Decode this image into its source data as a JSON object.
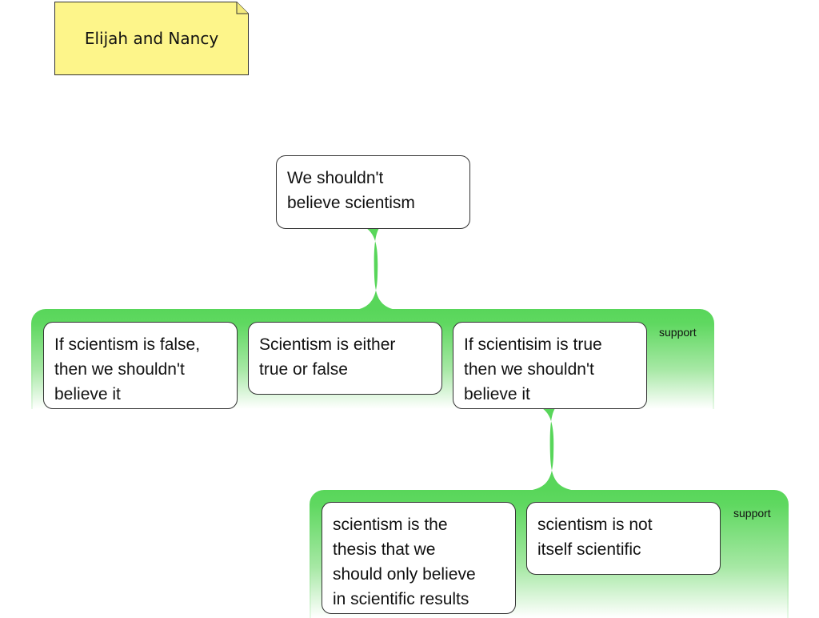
{
  "note": {
    "title": "Elijah and Nancy",
    "color": "#fdf58a"
  },
  "colors": {
    "support_green": "#58d65a"
  },
  "root": {
    "text": "We shouldn't\nbelieve scientism"
  },
  "support_groups": [
    {
      "label": "support",
      "premises": [
        {
          "text": "If scientism is false,\nthen we shouldn't\nbelieve it"
        },
        {
          "text": "Scientism is either\ntrue or false"
        },
        {
          "text": "If scientisim is true\nthen we shouldn't\nbelieve it"
        }
      ]
    },
    {
      "label": "support",
      "premises": [
        {
          "text": "scientism is the\nthesis that we\nshould only believe\nin scientific results"
        },
        {
          "text": "scientism is not\nitself scientific"
        }
      ]
    }
  ]
}
